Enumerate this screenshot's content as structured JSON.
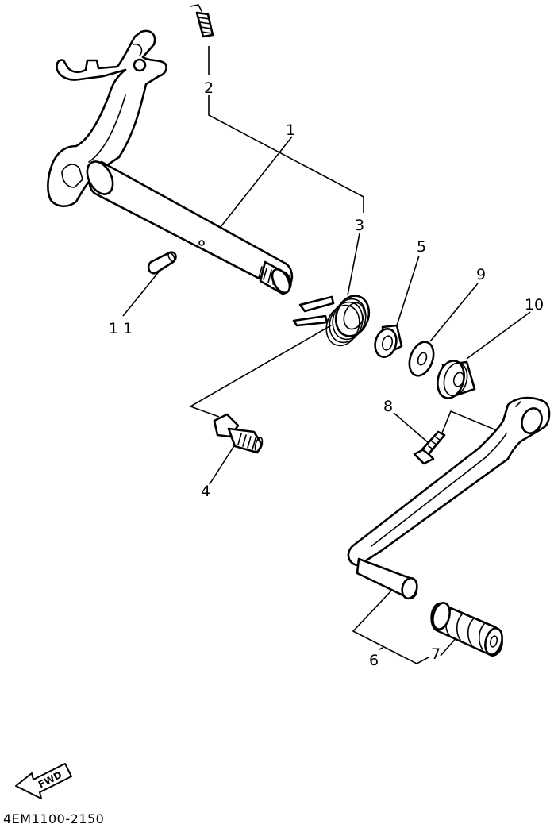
{
  "callouts": {
    "c1": "1",
    "c2": "2",
    "c3": "3",
    "c4": "4",
    "c5": "5",
    "c6": "6",
    "c7": "7",
    "c8": "8",
    "c9": "9",
    "c10": "10",
    "c11": "1 1"
  },
  "fwd_label": "FWD",
  "catalog_code": "4EM1100-2150"
}
